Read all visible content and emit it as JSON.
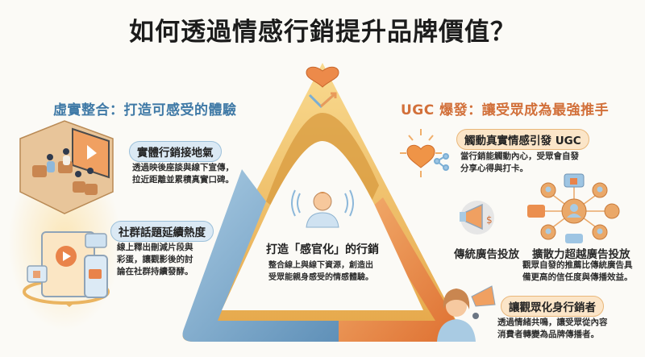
{
  "title": "如何透過情感行銷提升品牌價值？",
  "left_section": {
    "heading": "虛實整合：打造可感受的體驗",
    "items": [
      {
        "label": "實體行銷接地氣",
        "description_lines": [
          "透過映後座談與線下宣傳，",
          "拉近距離並累積真實口碑。"
        ],
        "icon": "screening-room-illustration"
      },
      {
        "label": "社群話題延續熱度",
        "description_lines": [
          "線上釋出刪減片段與",
          "彩蛋，讓觀影後的討",
          "論在社群持續發酵。"
        ],
        "icon": "devices-social-illustration"
      }
    ]
  },
  "center": {
    "title": "打造「感官化」的行銷",
    "description_lines": [
      "整合線上與線下資源，創造出",
      "受眾能親身感受的情感體驗。"
    ],
    "top_icon": "heart-arrows-icon",
    "person_icon": "person-sound-waves-icon"
  },
  "right_section": {
    "heading": "UGC 爆發：讓受眾成為最強推手",
    "items": [
      {
        "label": "觸動真實情感引發 UGC",
        "description_lines": [
          "當行銷能觸動內心，受眾會自發",
          "分享心得與打卡。"
        ],
        "icon": "glowing-heart-share-icon"
      },
      {
        "label": "傳統廣告投放",
        "icon": "megaphone-dollar-icon"
      },
      {
        "label": "擴散力超越廣告投放",
        "description_lines": [
          "觀眾自發的推薦比傳統廣告具",
          "備更高的信任度與傳播效益。"
        ],
        "icon": "network-spread-icon"
      },
      {
        "label": "讓觀眾化身行銷者",
        "description_lines": [
          "透過情緒共鳴，讓受眾從內容",
          "消費者轉變為品牌傳播者。"
        ],
        "icon": "woman-megaphone-icon"
      }
    ]
  },
  "colors": {
    "background": "#fbfaf6",
    "blue_accent": "#3f79a6",
    "orange_accent": "#d2703a",
    "gold": "#e9b460",
    "blue_band": "#8fb8d6",
    "orange_band": "#e58a4c"
  }
}
